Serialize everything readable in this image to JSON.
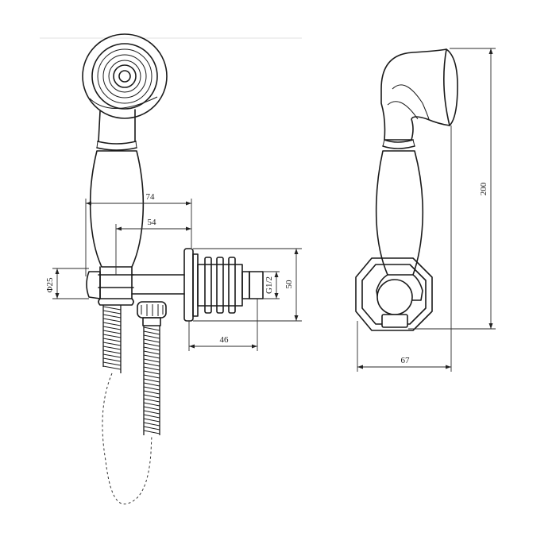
{
  "dimensions": {
    "d74": "74",
    "d54": "54",
    "d25": "Φ25",
    "d50": "50",
    "dG12": "G1/2",
    "d46": "46",
    "d67": "67",
    "d200": "200"
  }
}
